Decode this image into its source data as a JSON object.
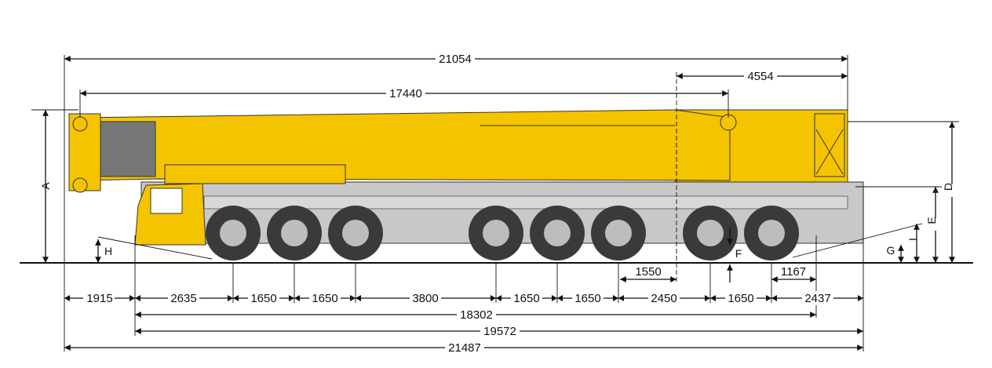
{
  "title": "Mobile crane dimension drawing",
  "colors": {
    "boom": "#f5c400",
    "carrier": "#c8c8c8",
    "tire": "#3a3a3a",
    "rim": "#bdbdbd",
    "line": "#111111"
  },
  "top_dims": {
    "overall_length_boom": "21054",
    "rear_overhang_super": "4554",
    "boom_length": "17440"
  },
  "height_labels": {
    "A": "A",
    "D": "D",
    "E": "E",
    "F": "F",
    "G": "G",
    "H": "H",
    "I": "I"
  },
  "bottom_dims": {
    "front_overhang": "1915",
    "axle_spacings": [
      "2635",
      "1650",
      "1650",
      "3800",
      "1650",
      "1650",
      "2450",
      "1650",
      "2437"
    ],
    "slew_center_offset": "1550",
    "rear_axle_offset": "1167",
    "wheelbase_total": "18302",
    "carrier_length": "19572",
    "overall_length": "21487"
  }
}
